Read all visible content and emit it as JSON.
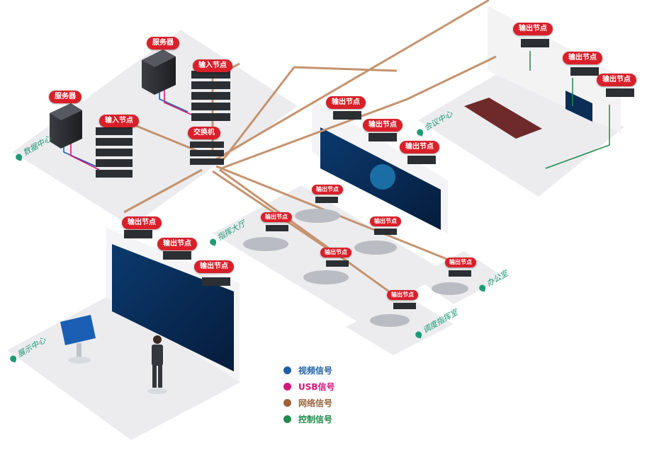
{
  "labels": {
    "server": "服务器",
    "input_node": "输入节点",
    "output_node": "输出节点",
    "switch": "交换机"
  },
  "zones": {
    "data_center": "数据中心",
    "exhibition_center": "展示中心",
    "command_hall": "指挥大厅",
    "meeting_center": "会议中心",
    "office": "办公室",
    "dispatch_office": "调度指挥室"
  },
  "legend": [
    {
      "label": "视频信号",
      "color": "#1f5fa6"
    },
    {
      "label": "USB信号",
      "color": "#d6157e"
    },
    {
      "label": "网络信号",
      "color": "#a0613a"
    },
    {
      "label": "控制信号",
      "color": "#1e8a4e"
    }
  ],
  "colors": {
    "pill": "#d9202a",
    "platform": "#ececee",
    "video_wall": "#0e2a55",
    "cable_network": "#c4936e"
  }
}
